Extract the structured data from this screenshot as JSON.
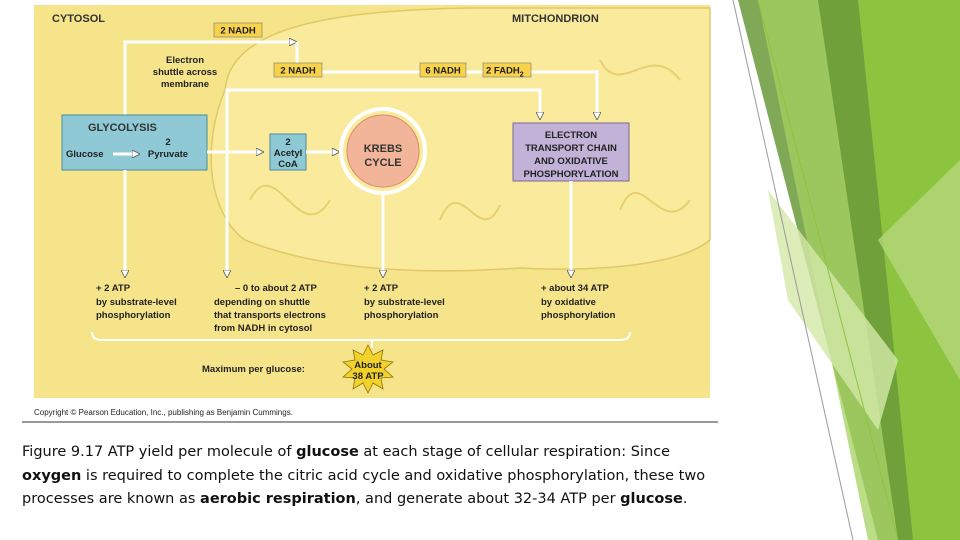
{
  "diagram": {
    "region_cytosol": "CYTOSOL",
    "region_mitochondrion": "MITCHONDRION",
    "nadh_top": "2 NADH",
    "electron_shuttle": [
      "Electron",
      "shuttle across",
      "membrane"
    ],
    "nadh_mid": "2 NADH",
    "nadh_krebs": "6 NADH",
    "fadh2": "2 FADH",
    "fadh2_sub": "2",
    "glycolysis_title": "GLYCOLYSIS",
    "glucose": "Glucose",
    "pyruvate_count": "2",
    "pyruvate": "Pyruvate",
    "acetyl": [
      "2",
      "Acetyl",
      "CoA"
    ],
    "krebs": [
      "KREBS",
      "CYCLE"
    ],
    "etc": [
      "ELECTRON",
      "TRANSPORT CHAIN",
      "AND OXIDATIVE",
      "PHOSPHORYLATION"
    ],
    "atp_glycolysis": "+ 2 ATP",
    "atp_glycolysis_desc": [
      "by substrate-level",
      "phosphorylation"
    ],
    "atp_shuttle": "– 0 to about 2 ATP",
    "atp_shuttle_desc": [
      "depending on shuttle",
      "that transports electrons",
      "from NADH in cytosol"
    ],
    "atp_krebs": "+ 2 ATP",
    "atp_krebs_desc": [
      "by substrate-level",
      "phosphorylation"
    ],
    "atp_etc": "+ about 34 ATP",
    "atp_etc_desc": [
      "by oxidative",
      "phosphorylation"
    ],
    "max_label": "Maximum per glucose:",
    "max_value": [
      "About",
      "38 ATP"
    ],
    "copyright": "Copyright © Pearson Education, Inc., publishing as Benjamin Cummings."
  },
  "caption": {
    "t1": "Figure 9.17 ATP yield per molecule of ",
    "b1": "glucose",
    "t2": " at each stage of cellular respiration: Since ",
    "b2": "oxygen",
    "t3": " is required to complete the citric acid cycle and oxidative phosphorylation, these two processes are known as ",
    "b3": "aerobic respiration",
    "t4": ", and generate about 32-34 ATP per ",
    "b4": "glucose",
    "t5": "."
  },
  "colors": {
    "background": "#f5e48a",
    "mitochondrion": "#f9ea9c",
    "glycolysis_box": "#8fc9d6",
    "krebs_circle": "#f2b59a",
    "etc_box": "#c3b2d8",
    "atp_burst": "#f2d12b",
    "accent_green": "#8dc43f"
  }
}
